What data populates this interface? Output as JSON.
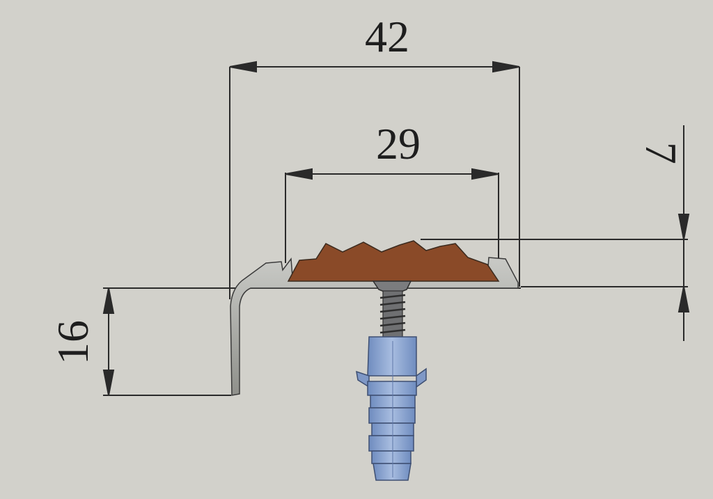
{
  "dimensions": {
    "overall_width": "42",
    "insert_width": "29",
    "profile_height": "16",
    "insert_height": "7"
  },
  "colors": {
    "background": "#d2d1cb",
    "line": "#2a2a2a",
    "aluminium_profile": "#a9aaa5",
    "rubber_insert": "#8a4a28",
    "screw": "#6f7072",
    "dowel": "#8aa2cc"
  },
  "parts": {
    "profile": "aluminium-profile",
    "insert": "anti-slip-insert",
    "screw": "screw-icon",
    "dowel": "dowel-icon"
  }
}
